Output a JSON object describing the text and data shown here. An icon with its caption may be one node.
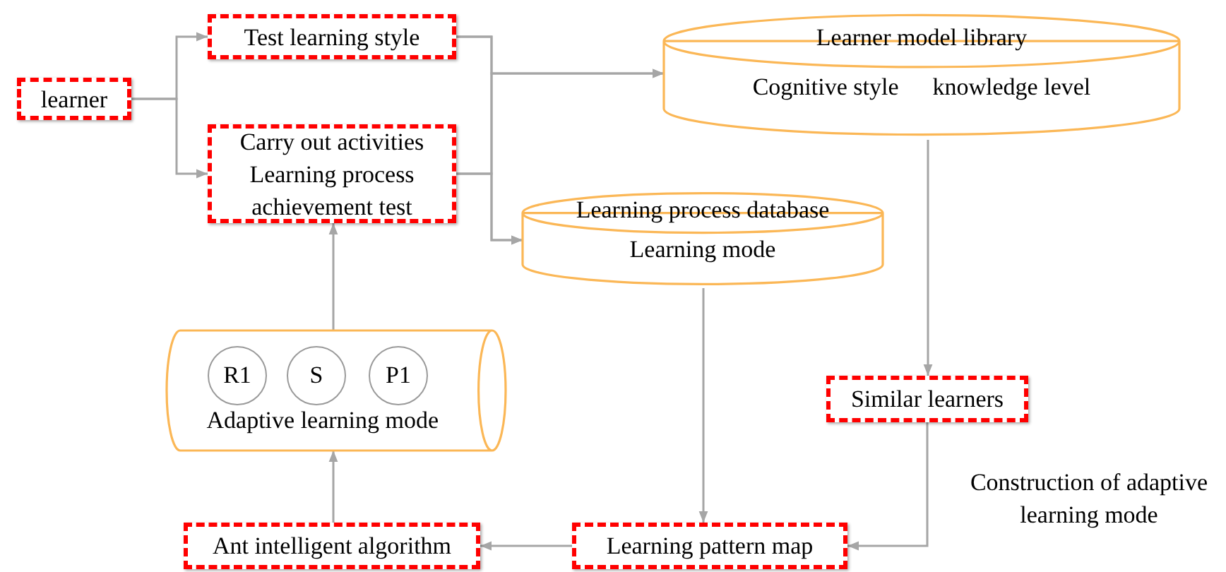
{
  "diagram": {
    "nodes": [
      {
        "text": [
          "learner"
        ]
      },
      {
        "text": [
          "Test learning style"
        ]
      },
      {
        "text": [
          "Carry out activities Learning process achievement test"
        ]
      },
      {
        "text": [
          "Learner model library",
          "Cognitive style",
          "knowledge level"
        ]
      },
      {
        "text": [
          "Learning process database",
          "Learning mode"
        ]
      },
      {
        "text": [
          "Adaptive learning mode"
        ]
      },
      {
        "text": [
          "R1"
        ],
        "in": 5
      },
      {
        "text": [
          "S"
        ],
        "in": 5
      },
      {
        "text": [
          "P1"
        ],
        "in": 5
      },
      {
        "text": [
          "Similar learners"
        ]
      },
      {
        "text": [
          "Ant intelligent algorithm"
        ]
      },
      {
        "text": [
          "Learning pattern map"
        ]
      }
    ],
    "edges": [
      {
        "from": 0,
        "to": 1,
        "arrow": "to"
      },
      {
        "from": 0,
        "to": 2,
        "arrow": "to"
      },
      {
        "from": 1,
        "to": 3,
        "arrow": "to"
      },
      {
        "from": 2,
        "to": 3,
        "arrow": "to"
      },
      {
        "from": 1,
        "to": 4,
        "arrow": "to"
      },
      {
        "from": 2,
        "to": 4,
        "arrow": "to"
      },
      {
        "from": 3,
        "to": 9,
        "arrow": "to"
      },
      {
        "from": 4,
        "to": 11,
        "arrow": "to"
      },
      {
        "from": 9,
        "to": 11,
        "arrow": "to"
      },
      {
        "from": 11,
        "to": 10,
        "arrow": "to"
      },
      {
        "from": 10,
        "to": 5,
        "arrow": "to"
      },
      {
        "from": 5,
        "to": 2,
        "arrow": "to"
      }
    ],
    "labels": [
      "Construction of adaptive learning mode"
    ]
  }
}
